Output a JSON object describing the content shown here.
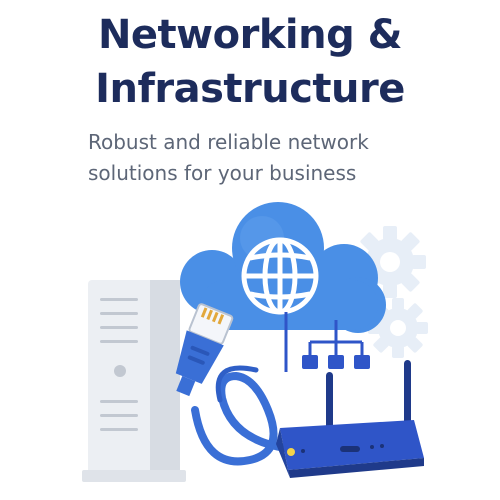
{
  "hero": {
    "title_line1": "Networking &",
    "title_line2": "Infrastructure",
    "subtitle_line1": "Robust and reliable network",
    "subtitle_line2": "solutions for your business"
  },
  "icons": [
    "server-icon",
    "cloud-icon",
    "globe-icon",
    "gear-icon",
    "ethernet-plug-icon",
    "router-icon",
    "network-nodes-icon"
  ],
  "colors": {
    "title": "#1d2c5c",
    "subtitle": "#5d6677",
    "cloud": "#4a8fe6",
    "cable": "#3a6fd6",
    "router": "#2f55c8",
    "server": "#e9edf2",
    "gear": "#e7eef7"
  }
}
